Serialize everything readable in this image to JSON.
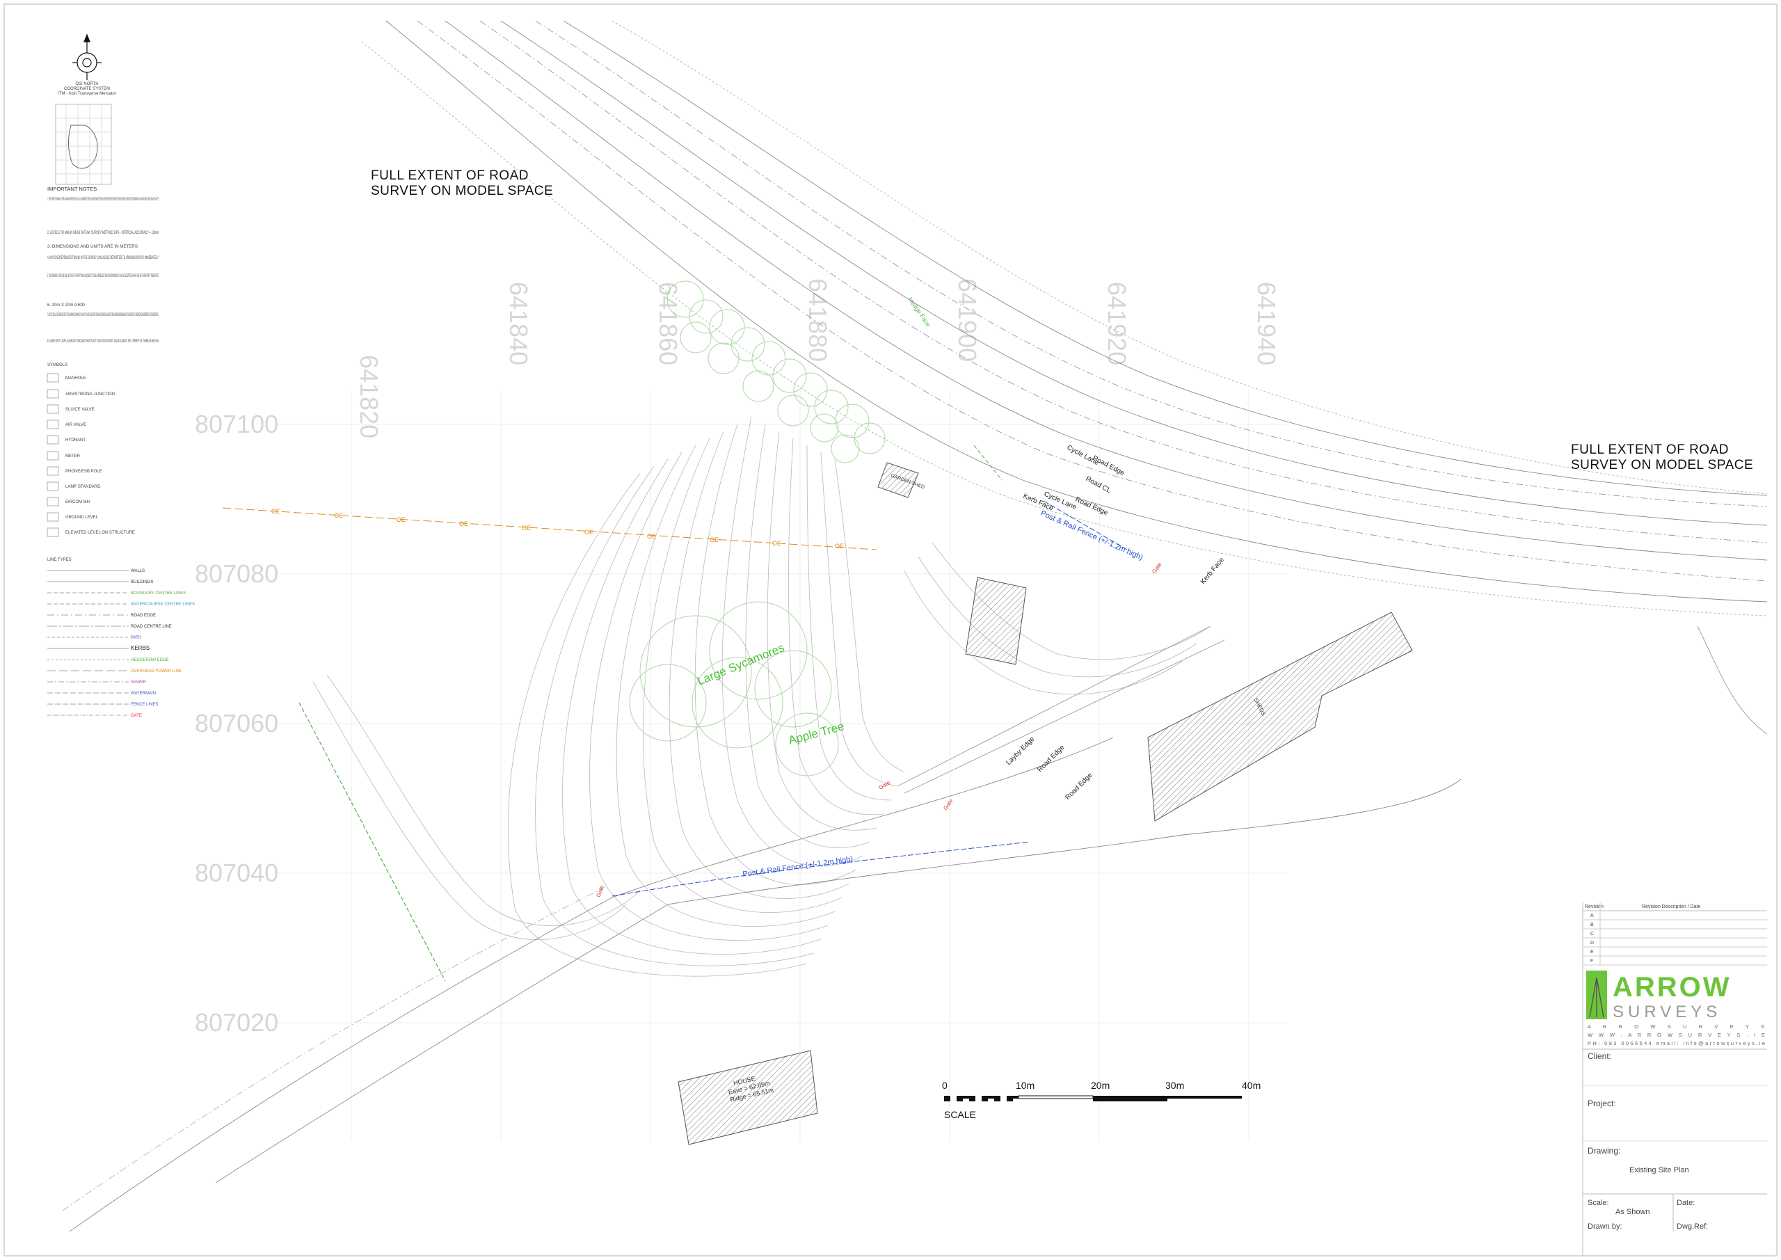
{
  "drawing": {
    "grid_easting": [
      "641820",
      "641840",
      "641860",
      "641880",
      "641900",
      "641920",
      "641940"
    ],
    "grid_northing": [
      "807100",
      "807080",
      "807060",
      "807040",
      "807020"
    ],
    "extent_note_line1": "FULL EXTENT OF ROAD",
    "extent_note_line2": "SURVEY ON MODEL SPACE",
    "labels": {
      "large_sycamores": "Large Sycamores",
      "apple_tree": "Apple Tree",
      "post_rail_fence_upper": "Post & Rail Fence (+/-1.2m high)",
      "post_rail_fence_lower": "Post & Rail Fence (+/-1.2m high)",
      "cycle_lane_upper": "Cycle Lane",
      "road_edge_upper": "Road Edge",
      "road_cl": "Road CL",
      "cycle_lane_lower": "Cycle Lane",
      "road_edge_lower": "Road Edge",
      "kerb_face_1": "Kerb Face",
      "kerb_face_2": "Kerb Face",
      "hedge_face": "Hedge Face",
      "layby_edge": "Layby Edge",
      "road_edge_a": "Road Edge",
      "road_edge_b": "Road Edge",
      "garden_shed": "GARDEN SHED",
      "sheds": "SHEDS",
      "house_line1": "HOUSE",
      "house_line2": "Eave = 62.85m",
      "house_line3": "Ridge = 65.51m",
      "gate_1": "Gate",
      "gate_2": "Gate",
      "gate_3": "Gate",
      "gate_4": "Gate"
    },
    "scale_bar": {
      "ticks": [
        "0",
        "10m",
        "20m",
        "30m",
        "40m"
      ],
      "caption": "SCALE"
    }
  },
  "north": {
    "line1": "OSI NORTH",
    "line2": "COORDINATE SYSTEM",
    "line3": "ITM - Irish Transverse Mercator"
  },
  "notes": {
    "title": "IMPORTANT NOTES",
    "items": [
      "1. THIS SURVEY DRAWING IS FOR PLANNING PURPOSES ONLY & ALL IMPORTANT LEVELS AND DISTANCES SHOULD BE RE-CHECKED PRIOR TO DEVELOPING CONSTRUCTION DRAWINGS & ANY WORKS TAKING PLACE ON SITE",
      "2. LEVELS TO MALIN HEAD DATUM. SURVEY METHOD GPS - VERTICAL ACCURACY = 15mm",
      "3. DIMENSIONS AND UNITS ARE IN METERS",
      "4. ANY DISCREPENCIES FOUND IN THE SURVEY SHOULD BE REPORTED TO ARROWSURVEYS IMMEDIATELY",
      "5. THIS DRAWING IS FOR USE ONLY BY THE BY THE PARTY WHO ACQUIRED IT TO BE CARRIED OUT AND NO RESPONSIBILITY WILL BE ACCEPTED FOR ANY USE BY A THIRD PARTY THEREAFTER",
      "6. 20m X 20m GRID",
      "7. DO NOT SCALE OR MEASURE OFF THIS DRAWING. DRAWING IS ONLY FOR USE IN DIGITAL FORM AND CARE SHOULD BE TAKEN WHEN DIMENSIONING OF LINEWORK TO ENSURE MEASUREMENTS ARE HORIZONTAL",
      "8. SOME SPOT LEVELS ARE NOT GROUND SHOTS BUT ELEVATED POINTS ON BUILDINGS ETC. REFER TO SYMBOLS BELOW"
    ]
  },
  "symbols": {
    "title": "SYMBOLS",
    "items": [
      "MANHOLE",
      "ARMSTRONG JUNCTION",
      "SLUICE VALVE",
      "AIR VALVE",
      "HYDRANT",
      "METER",
      "PHONE/ESB POLE",
      "LAMP STANDARD",
      "EIRCOM MH",
      "GROUND LEVEL",
      "ELEVATED LEVEL ON STRUCTURE"
    ]
  },
  "linetypes": {
    "title": "LINE TYPES",
    "items": [
      {
        "label": "WALLS",
        "color": "#333333"
      },
      {
        "label": "BUILDINGS",
        "color": "#333333"
      },
      {
        "label": "BOUNDARY CENTRE LINES",
        "color": "#55b04a"
      },
      {
        "label": "WATERCOURSE CENTRE LINES",
        "color": "#2aa5c8"
      },
      {
        "label": "ROAD EDGE",
        "color": "#333333"
      },
      {
        "label": "ROAD CENTRE LINE",
        "color": "#333333"
      },
      {
        "label": "PATH",
        "color": "#3a55c8"
      },
      {
        "label": "KERBS",
        "color": "#222222"
      },
      {
        "label": "HEDGEROW EDGE",
        "color": "#55b04a"
      },
      {
        "label": "OVERHEAD POWER LINE",
        "color": "#e08a1a"
      },
      {
        "label": "SEWER",
        "color": "#c040c0"
      },
      {
        "label": "WATERMAIN",
        "color": "#3a55c8"
      },
      {
        "label": "FENCE LINES",
        "color": "#3a55c8"
      },
      {
        "label": "GATE",
        "color": "#d83030"
      }
    ]
  },
  "title_block": {
    "revision_header": "Revision",
    "revision_desc_header": "Revision Description / Date",
    "revisions": [
      "A",
      "B",
      "C",
      "D",
      "E",
      "F"
    ],
    "logo_word1": "ARROW",
    "logo_word2": "SURVEYS",
    "logo_tagline": "A R R O W   S U R V E Y S",
    "logo_web": "W W W . A R R O W S U R V E Y S . I E",
    "logo_contact": "PH: 083 0066544  email: info@arrowsurveys.ie",
    "client_label": "Client:",
    "client_value": "",
    "project_label": "Project:",
    "project_value": "",
    "drawing_label": "Drawing:",
    "drawing_value": "Existing Site Plan",
    "scale_label": "Scale:",
    "scale_value": "As Shown",
    "date_label": "Date:",
    "date_value": "",
    "drawn_by_label": "Drawn by:",
    "drawn_by_value": "",
    "dwg_ref_label": "Dwg.Ref:",
    "dwg_ref_value": ""
  },
  "colors": {
    "brand_green": "#6cc43a",
    "fence_blue": "#2a4fd0",
    "tree_green": "#4cc23a",
    "power_orange": "#e08a1a",
    "spot_magenta": "#d23cc8",
    "grid_gray": "#d6d6d6"
  }
}
